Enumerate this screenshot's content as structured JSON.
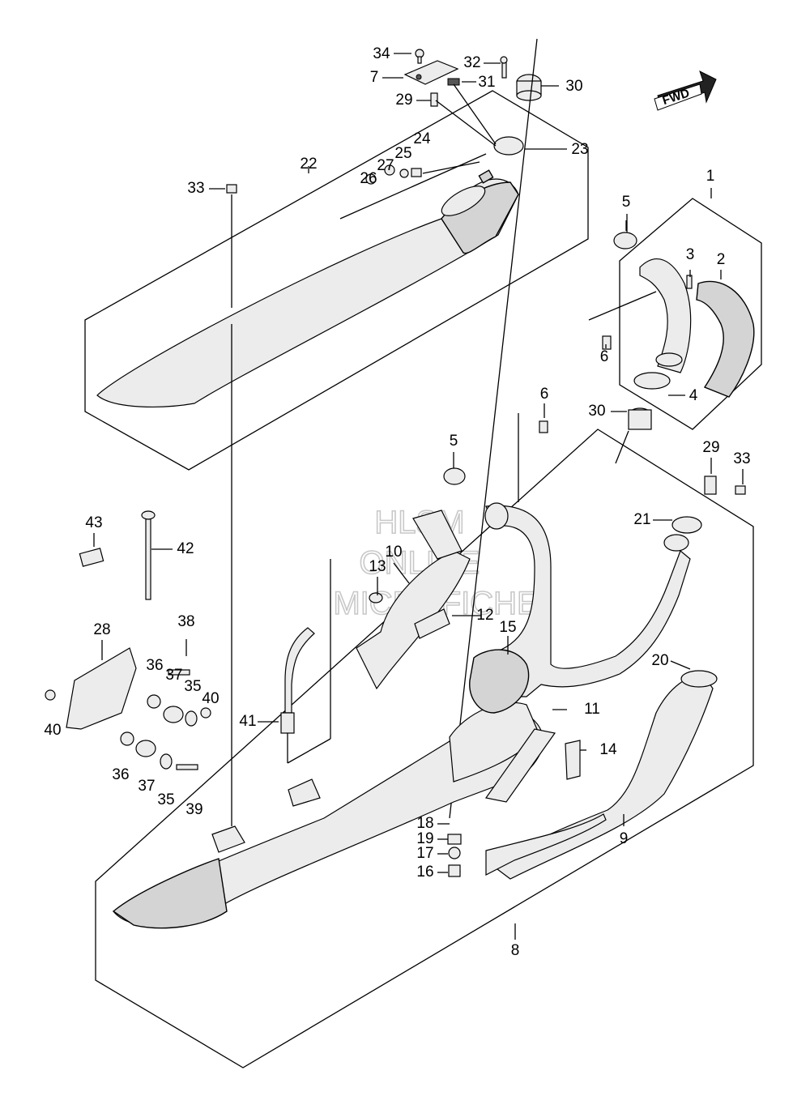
{
  "watermark": {
    "line1": "HLSM",
    "line2": "ONLINE",
    "line3": "MICROFICHE"
  },
  "direction": {
    "label": "FWD"
  },
  "callouts": [
    {
      "id": "c34a",
      "text": "34"
    },
    {
      "id": "c7",
      "text": "7"
    },
    {
      "id": "c32",
      "text": "32"
    },
    {
      "id": "c31",
      "text": "31"
    },
    {
      "id": "c30a",
      "text": "30"
    },
    {
      "id": "c29a",
      "text": "29"
    },
    {
      "id": "c22",
      "text": "22"
    },
    {
      "id": "c24",
      "text": "24"
    },
    {
      "id": "c25",
      "text": "25"
    },
    {
      "id": "c27",
      "text": "27"
    },
    {
      "id": "c26",
      "text": "26"
    },
    {
      "id": "c23",
      "text": "23"
    },
    {
      "id": "c33a",
      "text": "33"
    },
    {
      "id": "c1",
      "text": "1"
    },
    {
      "id": "c5a",
      "text": "5"
    },
    {
      "id": "c3",
      "text": "3"
    },
    {
      "id": "c2",
      "text": "2"
    },
    {
      "id": "c6a",
      "text": "6"
    },
    {
      "id": "c4",
      "text": "4"
    },
    {
      "id": "c6b",
      "text": "6"
    },
    {
      "id": "c30b",
      "text": "30"
    },
    {
      "id": "c5b",
      "text": "5"
    },
    {
      "id": "c29b",
      "text": "29"
    },
    {
      "id": "c33b",
      "text": "33"
    },
    {
      "id": "c21",
      "text": "21"
    },
    {
      "id": "c43",
      "text": "43"
    },
    {
      "id": "c42",
      "text": "42"
    },
    {
      "id": "c10",
      "text": "10"
    },
    {
      "id": "c13",
      "text": "13"
    },
    {
      "id": "c38",
      "text": "38"
    },
    {
      "id": "c28",
      "text": "28"
    },
    {
      "id": "c12",
      "text": "12"
    },
    {
      "id": "c15",
      "text": "15"
    },
    {
      "id": "c20",
      "text": "20"
    },
    {
      "id": "c36a",
      "text": "36"
    },
    {
      "id": "c37a",
      "text": "37"
    },
    {
      "id": "c35a",
      "text": "35"
    },
    {
      "id": "c40a",
      "text": "40"
    },
    {
      "id": "c40b",
      "text": "40"
    },
    {
      "id": "c41",
      "text": "41"
    },
    {
      "id": "c11",
      "text": "11"
    },
    {
      "id": "c14",
      "text": "14"
    },
    {
      "id": "c36b",
      "text": "36"
    },
    {
      "id": "c37b",
      "text": "37"
    },
    {
      "id": "c35b",
      "text": "35"
    },
    {
      "id": "c39",
      "text": "39"
    },
    {
      "id": "c18",
      "text": "18"
    },
    {
      "id": "c9",
      "text": "9"
    },
    {
      "id": "c19",
      "text": "19"
    },
    {
      "id": "c17",
      "text": "17"
    },
    {
      "id": "c16",
      "text": "16"
    },
    {
      "id": "c8",
      "text": "8"
    }
  ]
}
